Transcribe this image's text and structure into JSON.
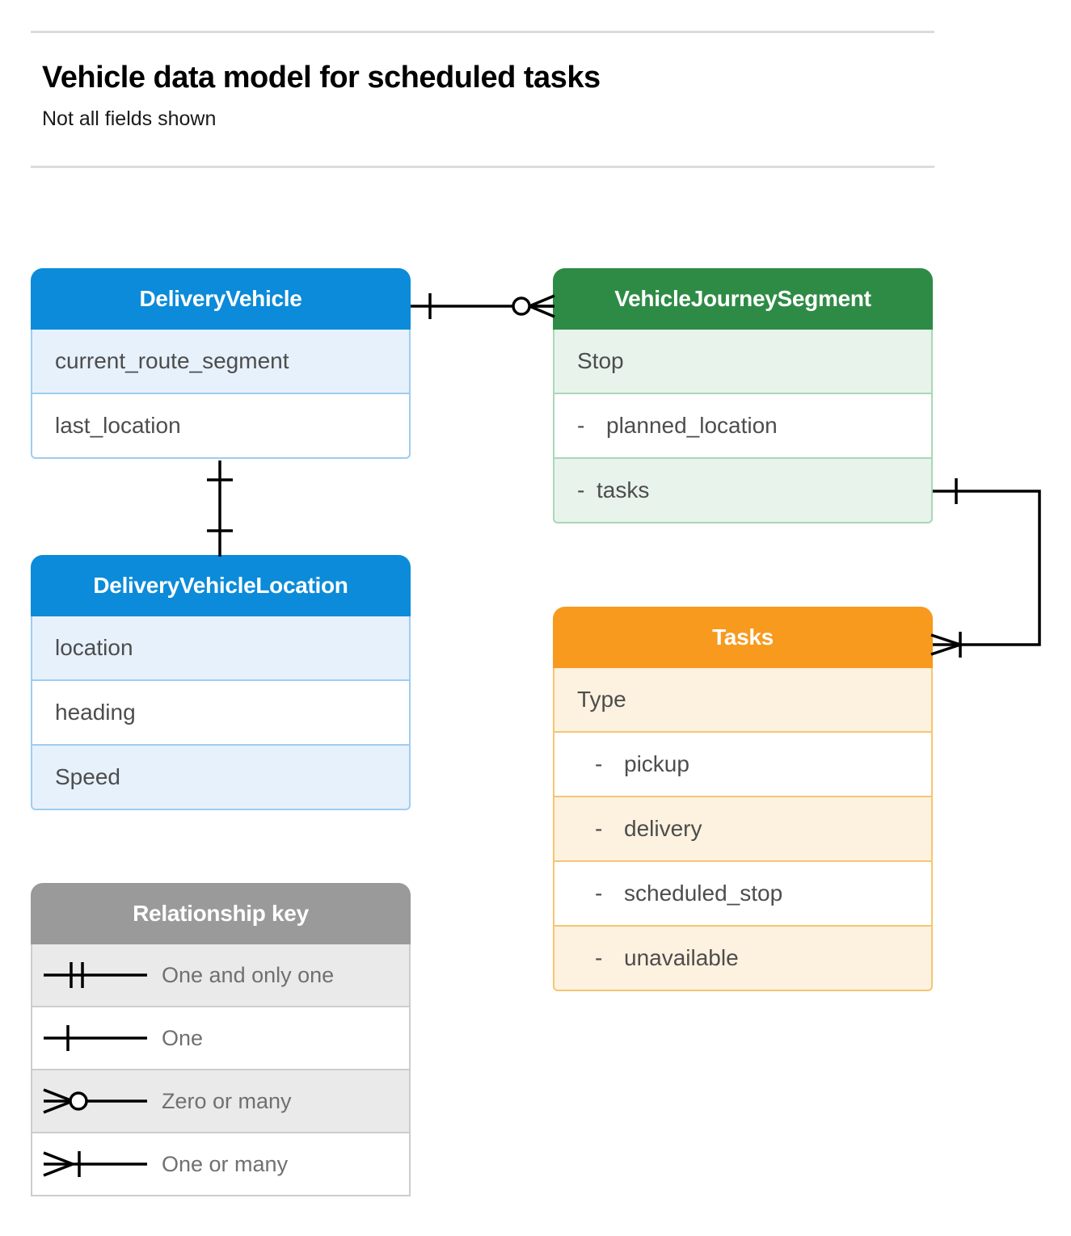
{
  "header": {
    "title": "Vehicle data model for scheduled tasks",
    "subtitle": "Not all fields shown"
  },
  "colors": {
    "blue_header": "#0b8bd9",
    "blue_row": "#e6f1fc",
    "blue_border": "#9fcdf0",
    "green_header": "#2e8b46",
    "green_row": "#e8f3ec",
    "green_border": "#a8d8b6",
    "orange_header": "#f79a1e",
    "orange_row": "#fdf2e0",
    "orange_border": "#f7c571",
    "gray_header": "#9a9a9a",
    "gray_row": "#eaeaea",
    "gray_border": "#cdcdcd",
    "connector_line": "#000000",
    "rule": "#dadce0",
    "field_text": "#4d4d4d"
  },
  "entities": {
    "delivery_vehicle": {
      "name": "DeliveryVehicle",
      "fields": [
        {
          "label": "current_route_segment"
        },
        {
          "label": "last_location"
        }
      ]
    },
    "delivery_vehicle_location": {
      "name": "DeliveryVehicleLocation",
      "fields": [
        {
          "label": "location"
        },
        {
          "label": "heading"
        },
        {
          "label": "Speed"
        }
      ]
    },
    "vehicle_journey_segment": {
      "name": "VehicleJourneySegment",
      "fields": [
        {
          "label": "Stop"
        },
        {
          "dash": "-",
          "label": "planned_location"
        },
        {
          "dash": "-",
          "label": "tasks"
        }
      ]
    },
    "tasks": {
      "name": "Tasks",
      "fields": [
        {
          "label": "Type"
        },
        {
          "dash": "-",
          "label": "pickup"
        },
        {
          "dash": "-",
          "label": "delivery"
        },
        {
          "dash": "-",
          "label": "scheduled_stop"
        },
        {
          "dash": "-",
          "label": "unavailable"
        }
      ]
    }
  },
  "legend": {
    "title": "Relationship key",
    "items": [
      {
        "symbol": "one-and-only-one-icon",
        "label": "One and only one"
      },
      {
        "symbol": "one-icon",
        "label": "One"
      },
      {
        "symbol": "zero-or-many-icon",
        "label": "Zero or many"
      },
      {
        "symbol": "one-or-many-icon",
        "label": "One or many"
      }
    ]
  },
  "relationships": [
    {
      "from": "DeliveryVehicle",
      "to": "VehicleJourneySegment",
      "from_cardinality": "One",
      "to_cardinality": "Zero or many"
    },
    {
      "from": "DeliveryVehicle",
      "to": "DeliveryVehicleLocation",
      "from_cardinality": "One",
      "to_cardinality": "One"
    },
    {
      "from": "VehicleJourneySegment.tasks",
      "to": "Tasks",
      "from_cardinality": "One",
      "to_cardinality": "One or many"
    }
  ]
}
